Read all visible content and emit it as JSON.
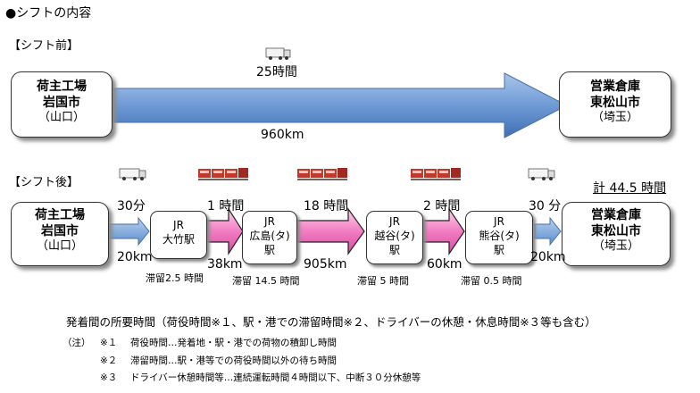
{
  "title": "●シフトの内容",
  "before": {
    "section_label": "【シフト前】",
    "origin": {
      "line1": "荷主工場",
      "line2": "岩国市",
      "line3": "（山口）"
    },
    "dest": {
      "line1": "営業倉庫",
      "line2": "東松山市",
      "line3": "（埼玉）"
    },
    "time": "25時間",
    "distance": "960km",
    "vehicle_icon": "truck-icon"
  },
  "after": {
    "section_label": "【シフト後】",
    "total": "計 44.5 時間",
    "origin": {
      "line1": "荷主工場",
      "line2": "岩国市",
      "line3": "（山口）"
    },
    "dest": {
      "line1": "営業倉庫",
      "line2": "東松山市",
      "line3": "（埼玉）"
    },
    "stations": [
      {
        "line1": "JR",
        "line2": "大竹駅",
        "line3": "",
        "stay": "滞留2.5 時間"
      },
      {
        "line1": "JR",
        "line2": "広島(タ)",
        "line3": "駅",
        "stay": "滞留 14.5 時間"
      },
      {
        "line1": "JR",
        "line2": "越谷(タ)",
        "line3": "駅",
        "stay": "滞留 5 時間"
      },
      {
        "line1": "JR",
        "line2": "熊谷(タ)",
        "line3": "駅",
        "stay": "滞留 0.5 時間"
      }
    ],
    "legs": [
      {
        "time": "30分",
        "distance": "20km",
        "mode": "truck-icon"
      },
      {
        "time": "1 時間",
        "distance": "38km",
        "mode": "train-icon"
      },
      {
        "time": "18 時間",
        "distance": "905km",
        "mode": "train-icon"
      },
      {
        "time": "2 時間",
        "distance": "60km",
        "mode": "train-icon"
      },
      {
        "time": "30 分",
        "distance": "20km",
        "mode": "truck-icon"
      }
    ]
  },
  "footnote_main": "発着間の所要時間（荷役時間※１、駅・港での滞留時間※２、ドライバーの休憩・休息時間※３等も含む）",
  "notes_label": "（注）",
  "notes": [
    {
      "mark": "※１",
      "text": "荷役時間…発着地・駅・港での荷物の積卸し時間"
    },
    {
      "mark": "※２",
      "text": "滞留時間…駅・港等での荷役時間以外の待ち時間"
    },
    {
      "mark": "※３",
      "text": "ドライバー休憩時間等…連続運転時間４時間以下、中断３０分休憩等"
    }
  ],
  "colors": {
    "blue_arrow": "#5b8ed0",
    "pink_arrow": "#f06ab8",
    "truck_red": "#c0392b"
  }
}
